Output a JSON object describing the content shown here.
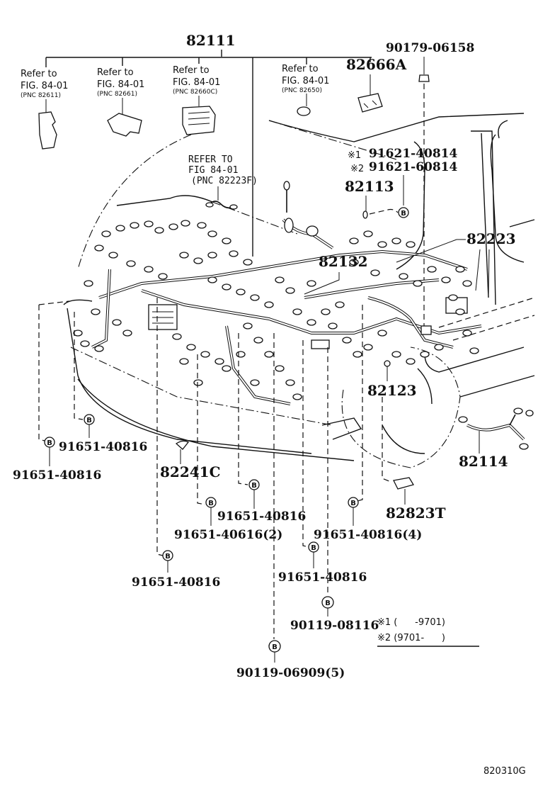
{
  "diagram": {
    "title_part": "82111",
    "callouts": {
      "ref1": {
        "line1": "Refer to",
        "line2": "FIG. 84-01",
        "line3": "(PNC 82611)"
      },
      "ref2": {
        "line1": "Refer to",
        "line2": "FIG. 84-01",
        "line3": "(PNC 82661)"
      },
      "ref3": {
        "line1": "Refer to",
        "line2": "FIG. 84-01",
        "line3": "(PNC 82660C)"
      },
      "ref4": {
        "line1": "Refer to",
        "line2": "FIG. 84-01",
        "line3": "(PNC 82650)"
      },
      "ref5": {
        "line1": "REFER TO",
        "line2": "FIG 84-01",
        "line3": "(PNC 82223F)"
      }
    },
    "parts": {
      "p82666A": "82666A",
      "p90179": "90179-06158",
      "p91621a_mark": "※1",
      "p91621a": "91621-40814",
      "p91621b_mark": "※2",
      "p91621b": "91621-60814",
      "p82113": "82113",
      "p82223": "82223",
      "p82132": "82132",
      "p82123": "82123",
      "p82114": "82114",
      "p82241C": "82241C",
      "p82823T": "82823T",
      "b1": "91651-40816",
      "b2": "91651-40816",
      "b3": "91651-40816",
      "b4": "91651-40616(2)",
      "b5": "91651-40816(4)",
      "b6": "91651-40816",
      "b7": "91651-40816",
      "b8": "90119-08116",
      "b9": "90119-06909(5)"
    },
    "bolt_symbol": "B",
    "notes": {
      "n1": "※1 (      -9701)",
      "n2": "※2 (9701-      )"
    },
    "figure_code": "820310G"
  }
}
